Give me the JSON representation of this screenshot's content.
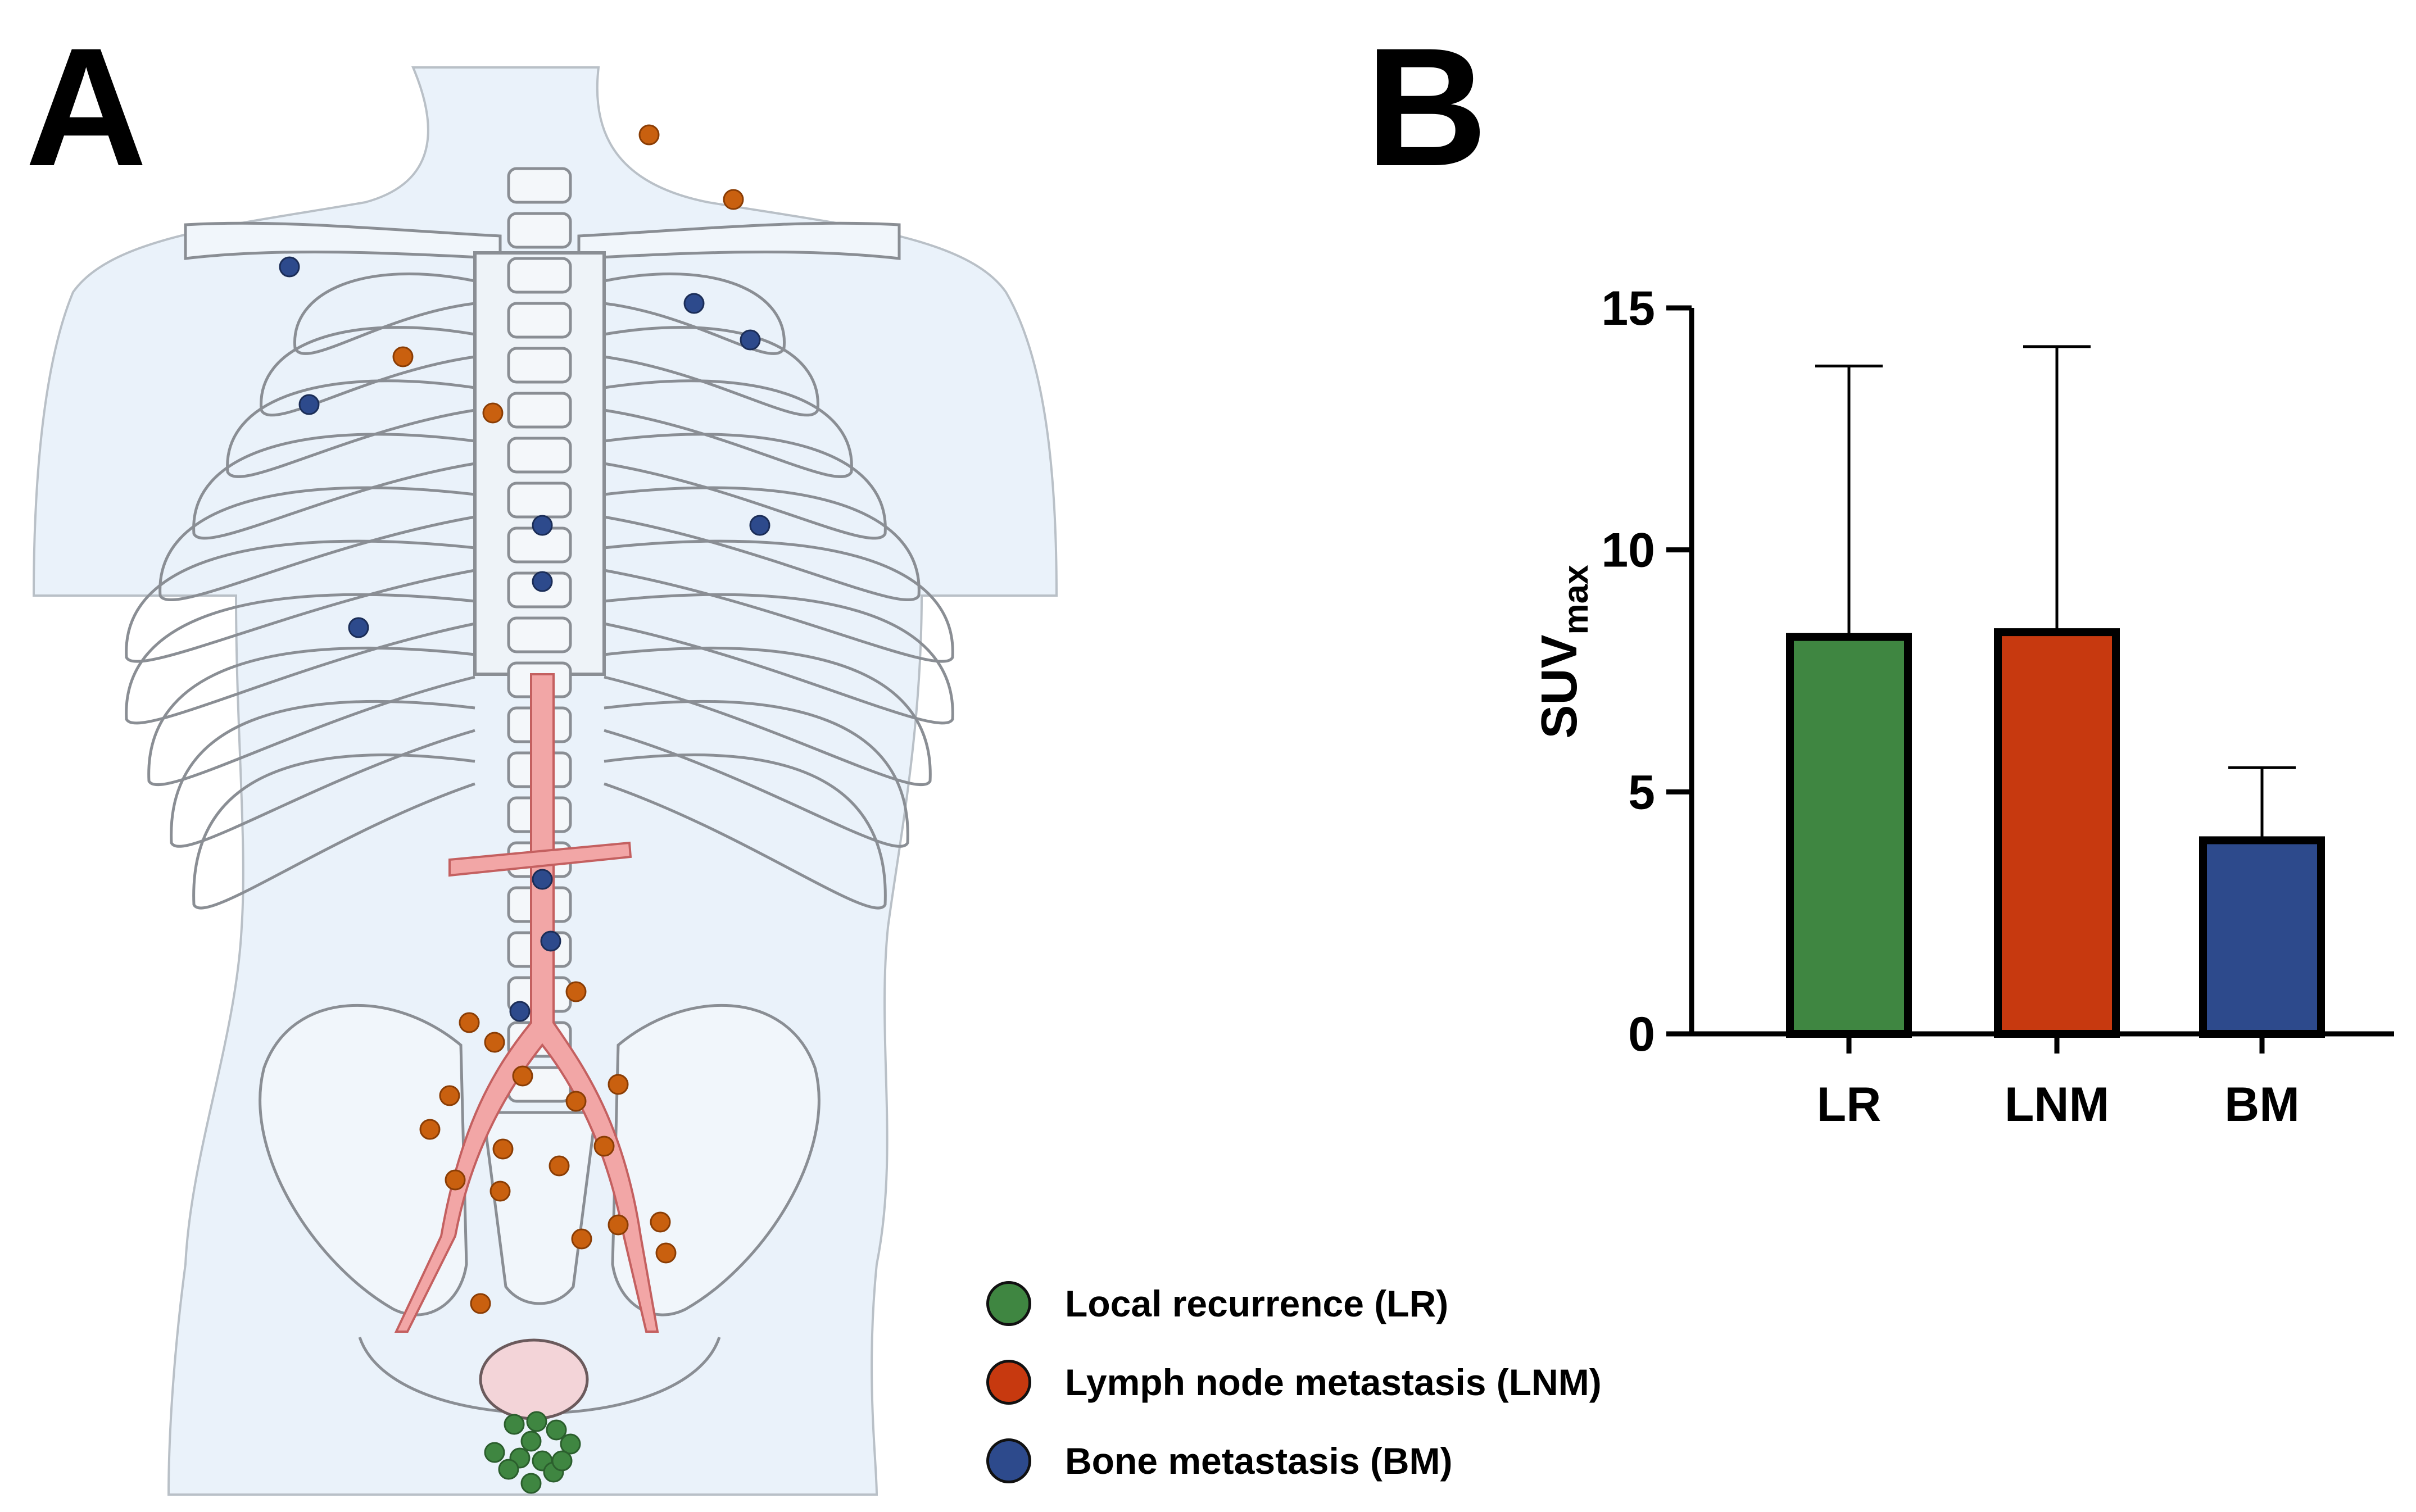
{
  "panels": {
    "a_label": "A",
    "b_label": "B"
  },
  "colors": {
    "lr": "#3f8641",
    "lnm": "#c7390f",
    "bm": "#2d4a8c",
    "lesion_orange": "#c9600f",
    "body_fill": "#eaf2fa",
    "bone_line": "#8a8e94",
    "vessel": "#f2a6a6"
  },
  "legend": [
    {
      "label": "Local recurrence (LR)",
      "color": "#3f8641"
    },
    {
      "label": "Lymph node metastasis (LNM)",
      "color": "#c7390f"
    },
    {
      "label": "Bone metastasis (BM)",
      "color": "#2d4a8c"
    }
  ],
  "chart_data": {
    "type": "bar",
    "categories": [
      "LR",
      "LNM",
      "BM"
    ],
    "values": [
      8.2,
      8.3,
      4.0
    ],
    "error_upper": [
      13.8,
      14.2,
      5.5
    ],
    "colors": [
      "#3f8641",
      "#c7390f",
      "#2d4a8c"
    ],
    "ylabel": "SUV",
    "ylabel_subscript": "max",
    "ylim": [
      0,
      15
    ],
    "yticks": [
      0,
      5,
      10,
      15
    ],
    "ytick_labels": [
      "0",
      "5",
      "10",
      "15"
    ]
  }
}
